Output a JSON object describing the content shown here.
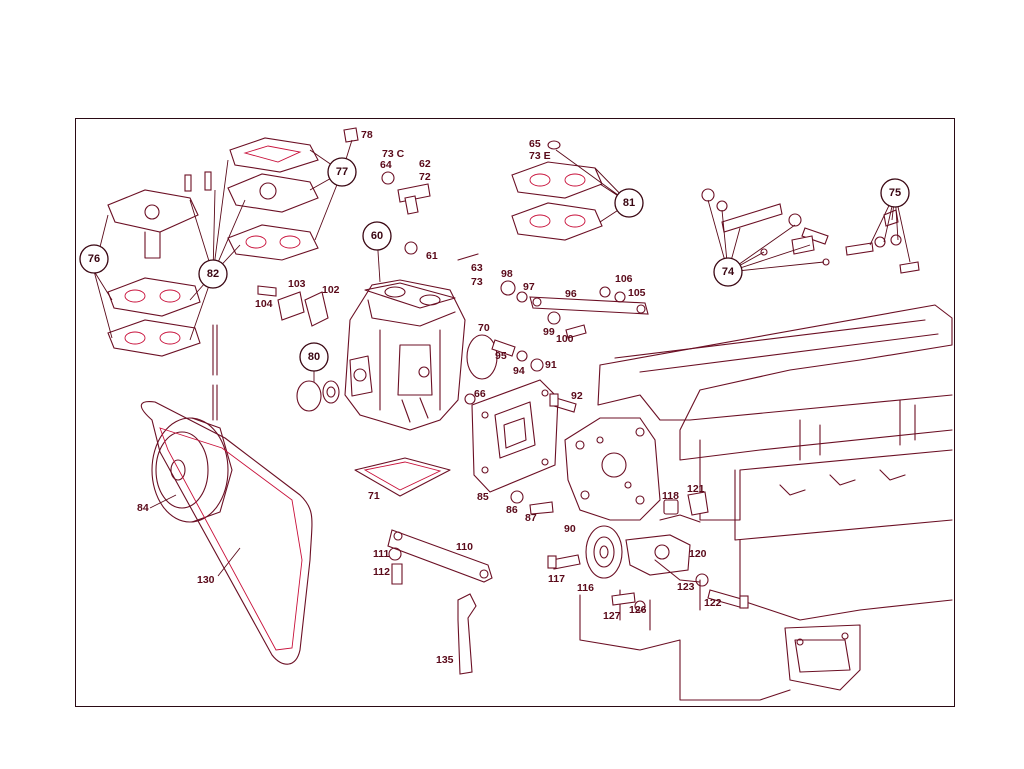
{
  "colors": {
    "ink": "#6b0f24",
    "accent": "#c8103a",
    "label": "#5a0a1a",
    "frame": "#2a0a14"
  },
  "callouts": [
    {
      "id": "c76",
      "text": "76"
    },
    {
      "id": "c82",
      "text": "82"
    },
    {
      "id": "c77",
      "text": "77"
    },
    {
      "id": "c60",
      "text": "60"
    },
    {
      "id": "c80",
      "text": "80"
    },
    {
      "id": "c81",
      "text": "81"
    },
    {
      "id": "c74",
      "text": "74"
    },
    {
      "id": "c75",
      "text": "75"
    }
  ],
  "labels": [
    {
      "id": "l78",
      "text": "78"
    },
    {
      "id": "l73c",
      "text": "73 C"
    },
    {
      "id": "l64",
      "text": "64"
    },
    {
      "id": "l62",
      "text": "62"
    },
    {
      "id": "l72",
      "text": "72"
    },
    {
      "id": "l65",
      "text": "65"
    },
    {
      "id": "l73e",
      "text": "73 E"
    },
    {
      "id": "l61",
      "text": "61"
    },
    {
      "id": "l63",
      "text": "63"
    },
    {
      "id": "l73",
      "text": "73"
    },
    {
      "id": "l98",
      "text": "98"
    },
    {
      "id": "l97",
      "text": "97"
    },
    {
      "id": "l96",
      "text": "96"
    },
    {
      "id": "l106",
      "text": "106"
    },
    {
      "id": "l105",
      "text": "105"
    },
    {
      "id": "l103",
      "text": "103"
    },
    {
      "id": "l102",
      "text": "102"
    },
    {
      "id": "l104",
      "text": "104"
    },
    {
      "id": "l99",
      "text": "99"
    },
    {
      "id": "l100",
      "text": "100"
    },
    {
      "id": "l70",
      "text": "70"
    },
    {
      "id": "l95",
      "text": "95"
    },
    {
      "id": "l94",
      "text": "94"
    },
    {
      "id": "l91",
      "text": "91"
    },
    {
      "id": "l66",
      "text": "66"
    },
    {
      "id": "l92",
      "text": "92"
    },
    {
      "id": "l71",
      "text": "71"
    },
    {
      "id": "l85",
      "text": "85"
    },
    {
      "id": "l86",
      "text": "86"
    },
    {
      "id": "l87",
      "text": "87"
    },
    {
      "id": "l90",
      "text": "90"
    },
    {
      "id": "l84",
      "text": "84"
    },
    {
      "id": "l118",
      "text": "118"
    },
    {
      "id": "l121",
      "text": "121"
    },
    {
      "id": "l110",
      "text": "110"
    },
    {
      "id": "l111",
      "text": "111"
    },
    {
      "id": "l112",
      "text": "112"
    },
    {
      "id": "l130",
      "text": "130"
    },
    {
      "id": "l117",
      "text": "117"
    },
    {
      "id": "l116",
      "text": "116"
    },
    {
      "id": "l120",
      "text": "120"
    },
    {
      "id": "l123",
      "text": "123"
    },
    {
      "id": "l122",
      "text": "122"
    },
    {
      "id": "l127",
      "text": "127"
    },
    {
      "id": "l126",
      "text": "126"
    },
    {
      "id": "l135",
      "text": "135"
    }
  ]
}
